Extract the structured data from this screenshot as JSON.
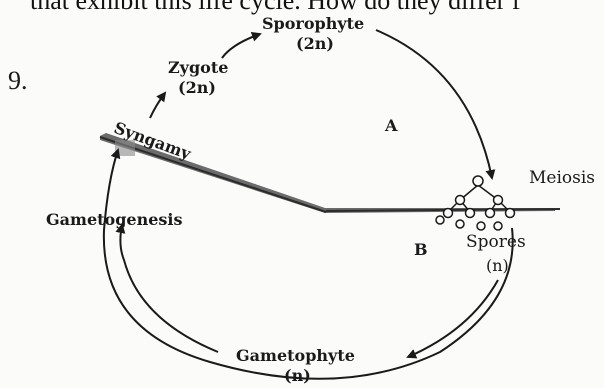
{
  "header": {
    "text": "that exhibit this life cycle. How do they differ f"
  },
  "question": {
    "number": "9."
  },
  "labels": {
    "sporophyte": "Sporophyte",
    "sporophyte_ploidy": "(2n)",
    "zygote": "Zygote",
    "zygote_ploidy": "(2n)",
    "syngamy": "Syngamy",
    "region_a": "A",
    "meiosis": "Meiosis",
    "gametogenesis": "Gametogenesis",
    "region_b": "B",
    "spores": "Spores",
    "spores_ploidy": "(n)",
    "gametophyte": "Gametophyte",
    "gametophyte_ploidy": "(n)"
  },
  "colors": {
    "ink": "#1a1a1a",
    "ground": "#555555"
  }
}
